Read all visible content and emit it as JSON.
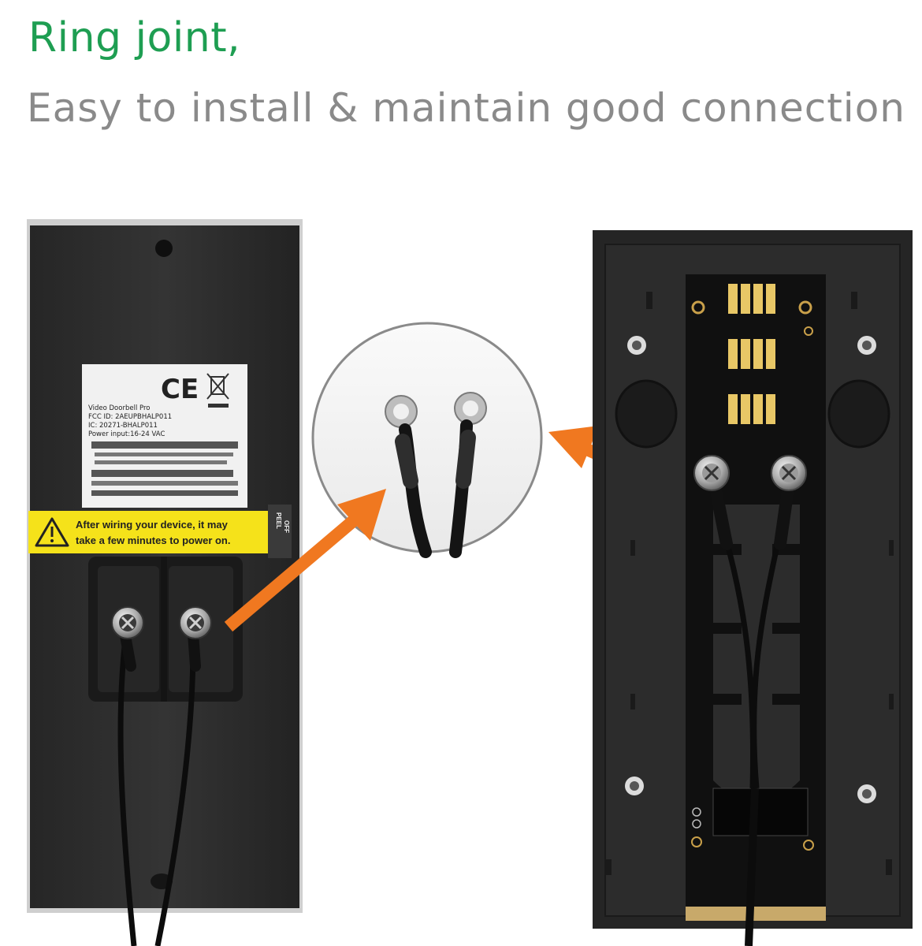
{
  "heading": {
    "title": "Ring joint,",
    "subtitle": "Easy to install & maintain good connection"
  },
  "left_device": {
    "label": {
      "ce_mark": "CE",
      "lines": [
        "Video Doorbell Pro",
        "FCC ID: 2AEUPBHALP011",
        "IC: 20271-BHALP011",
        "Power input:16-24 VAC"
      ]
    },
    "warning": {
      "line1": "After wiring your device, it may",
      "line2": "take a few minutes to power on.",
      "peel": "PEEL",
      "off": "OFF"
    }
  },
  "colors": {
    "title": "#1e9e52",
    "subtitle": "#8a8a8a",
    "arrow": "#f07820",
    "device": "#2b2b2b",
    "warning": "#f5e21a"
  },
  "icons": {
    "arrows": "orange-arrow-icon",
    "warning": "warning-triangle-icon"
  }
}
